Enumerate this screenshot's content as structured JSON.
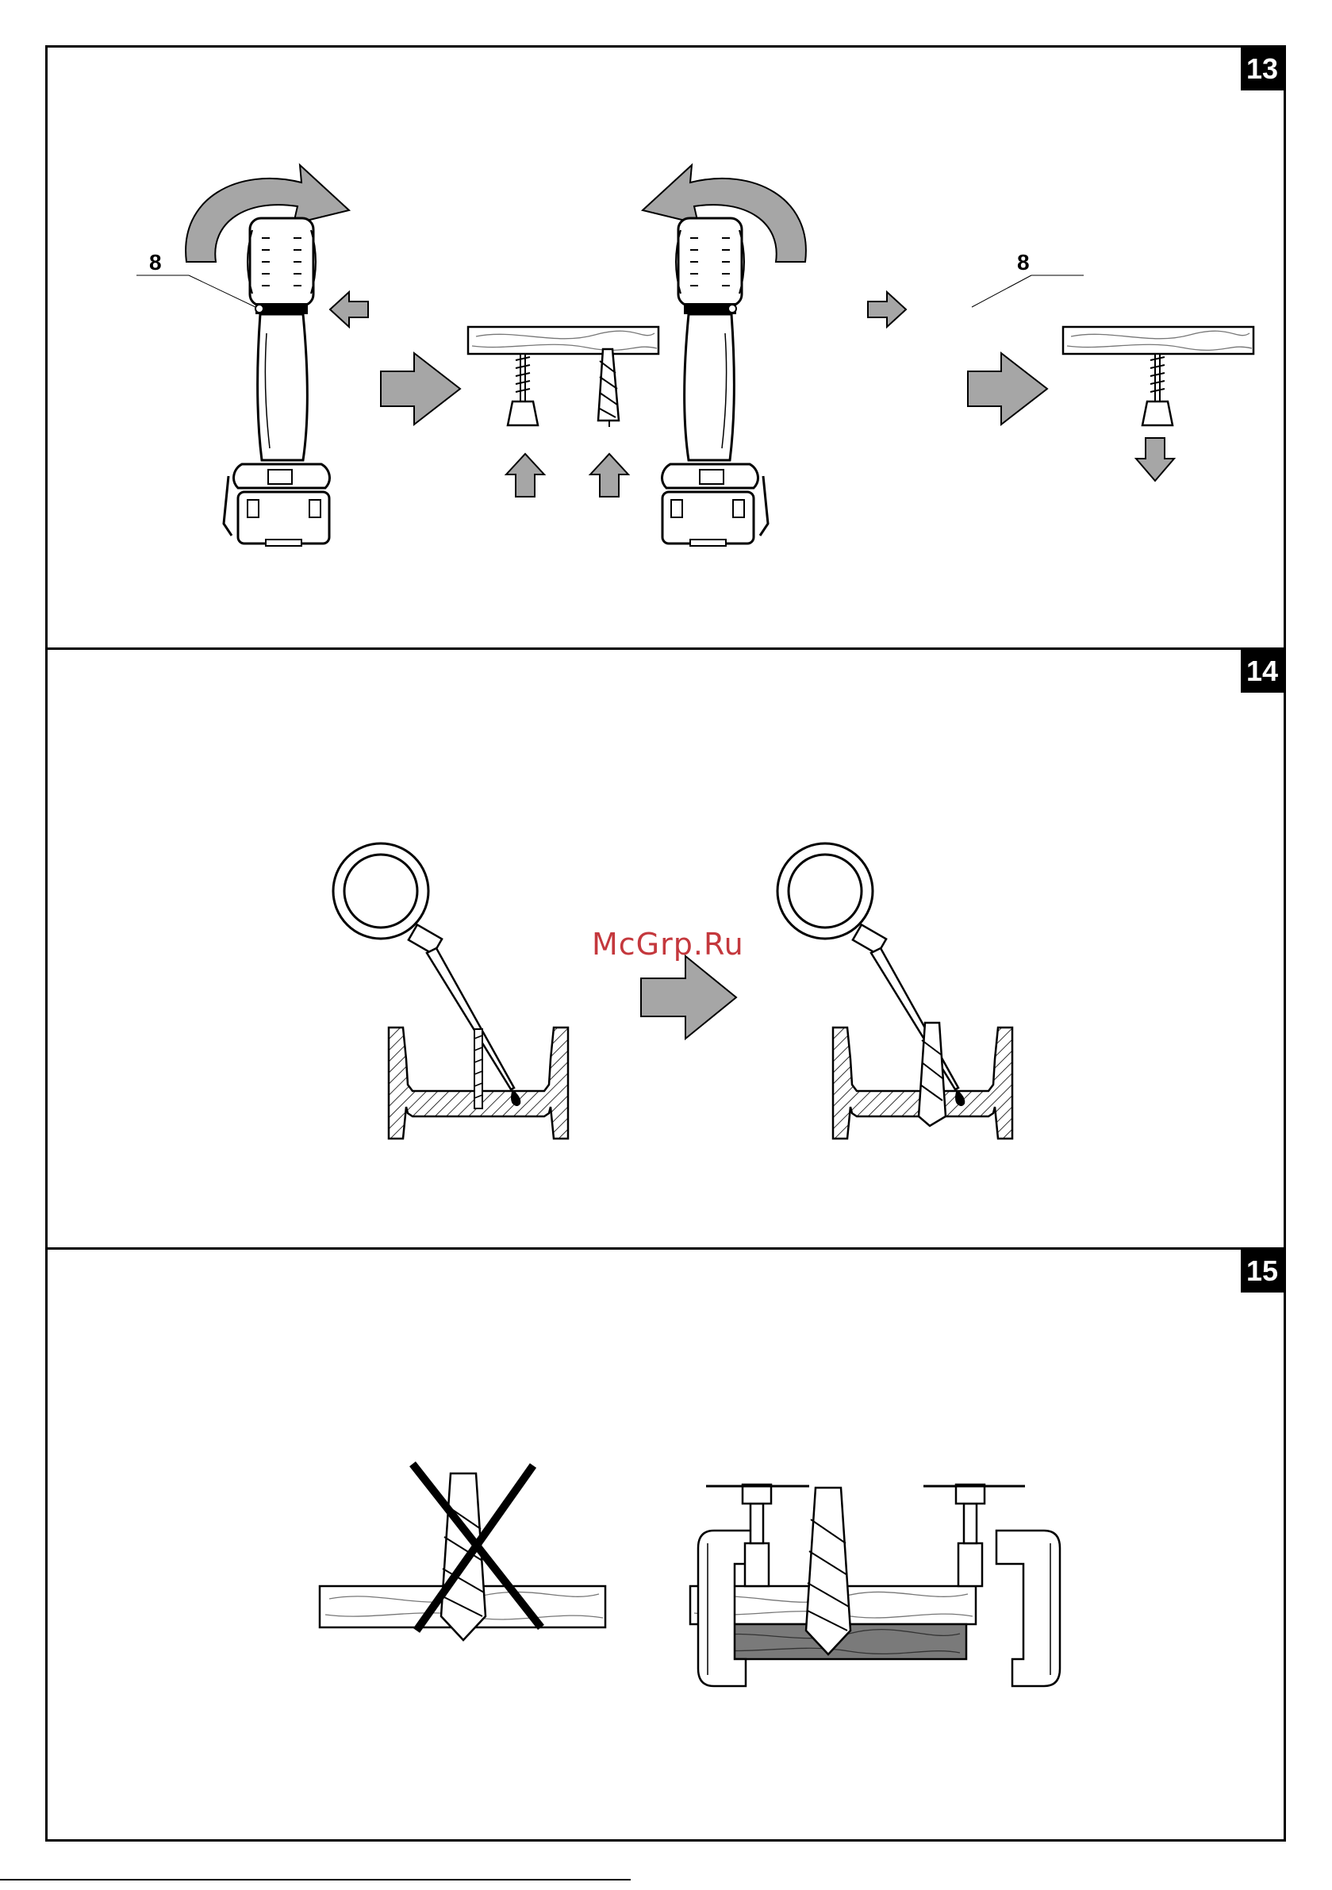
{
  "panels": [
    {
      "id": "13",
      "callout_left": "8",
      "callout_right": "8"
    },
    {
      "id": "14"
    },
    {
      "id": "15"
    }
  ],
  "watermark": "McGrp.Ru",
  "colors": {
    "arrow_fill": "#a6a6a6",
    "wood_light": "#d9d9d9",
    "wood_dark": "#7a7a7a",
    "frame": "#000000"
  }
}
